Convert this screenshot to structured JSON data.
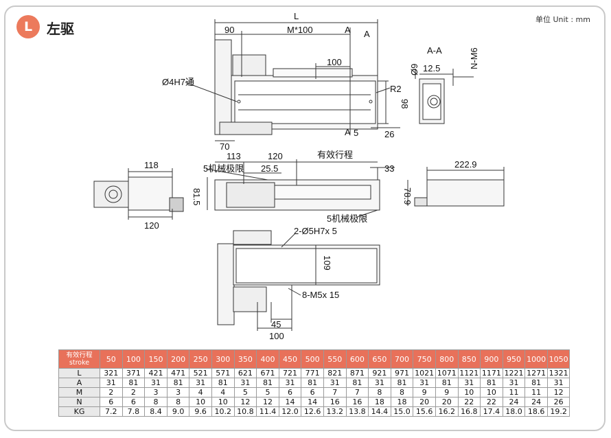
{
  "header": {
    "badge": "L",
    "title": "左驱",
    "unit": "单位 Unit : mm"
  },
  "dimensions": {
    "top_view": {
      "L": "L",
      "d90": "90",
      "M100": "M*100",
      "A1": "A",
      "A2": "A",
      "d100": "100",
      "hole": "Ø4H7通",
      "R2": "R2",
      "d98": "98",
      "A3": "A",
      "d5": "5",
      "d26": "26",
      "d70": "70"
    },
    "section": {
      "label": "A-A",
      "d9": "Ø9",
      "d12_5": "12.5",
      "NM6": "N-M6"
    },
    "side_view": {
      "d113": "113",
      "d120": "120",
      "stroke": "有效行程",
      "limit_left": "5机械极限",
      "d25_5": "25.5",
      "d33": "33",
      "d81_5": "81.5",
      "limit_right": "5机械极限"
    },
    "end_view": {
      "d118": "118",
      "d120": "120"
    },
    "right_view": {
      "d222_9": "222.9",
      "d78_9": "78.9"
    },
    "bottom_view": {
      "pins": "2-Ø5H7x 5",
      "d109": "109",
      "screws": "8-M5x 15",
      "d45": "45",
      "d100": "100"
    }
  },
  "spec_table": {
    "header_label": [
      "有效行程",
      "stroke"
    ],
    "strokes": [
      "50",
      "100",
      "150",
      "200",
      "250",
      "300",
      "350",
      "400",
      "450",
      "500",
      "550",
      "600",
      "650",
      "700",
      "750",
      "800",
      "850",
      "900",
      "950",
      "1000",
      "1050"
    ],
    "rows": [
      {
        "label": "L",
        "values": [
          "321",
          "371",
          "421",
          "471",
          "521",
          "571",
          "621",
          "671",
          "721",
          "771",
          "821",
          "871",
          "921",
          "971",
          "1021",
          "1071",
          "1121",
          "1171",
          "1221",
          "1271",
          "1321"
        ]
      },
      {
        "label": "A",
        "values": [
          "31",
          "81",
          "31",
          "81",
          "31",
          "81",
          "31",
          "81",
          "31",
          "81",
          "31",
          "81",
          "31",
          "81",
          "31",
          "81",
          "31",
          "81",
          "31",
          "81",
          "31"
        ]
      },
      {
        "label": "M",
        "values": [
          "2",
          "2",
          "3",
          "3",
          "4",
          "4",
          "5",
          "5",
          "6",
          "6",
          "7",
          "7",
          "8",
          "8",
          "9",
          "9",
          "10",
          "10",
          "11",
          "11",
          "12"
        ]
      },
      {
        "label": "N",
        "values": [
          "6",
          "6",
          "8",
          "8",
          "10",
          "10",
          "12",
          "12",
          "14",
          "14",
          "16",
          "16",
          "18",
          "18",
          "20",
          "20",
          "22",
          "22",
          "24",
          "24",
          "26"
        ]
      },
      {
        "label": "KG",
        "values": [
          "7.2",
          "7.8",
          "8.4",
          "9.0",
          "9.6",
          "10.2",
          "10.8",
          "11.4",
          "12.0",
          "12.6",
          "13.2",
          "13.8",
          "14.4",
          "15.0",
          "15.6",
          "16.2",
          "16.8",
          "17.4",
          "18.0",
          "18.6",
          "19.2"
        ]
      }
    ]
  },
  "colors": {
    "accent": "#e8715a",
    "badge": "#ec7a5c",
    "row_label_bg": "#e9e9e9"
  }
}
